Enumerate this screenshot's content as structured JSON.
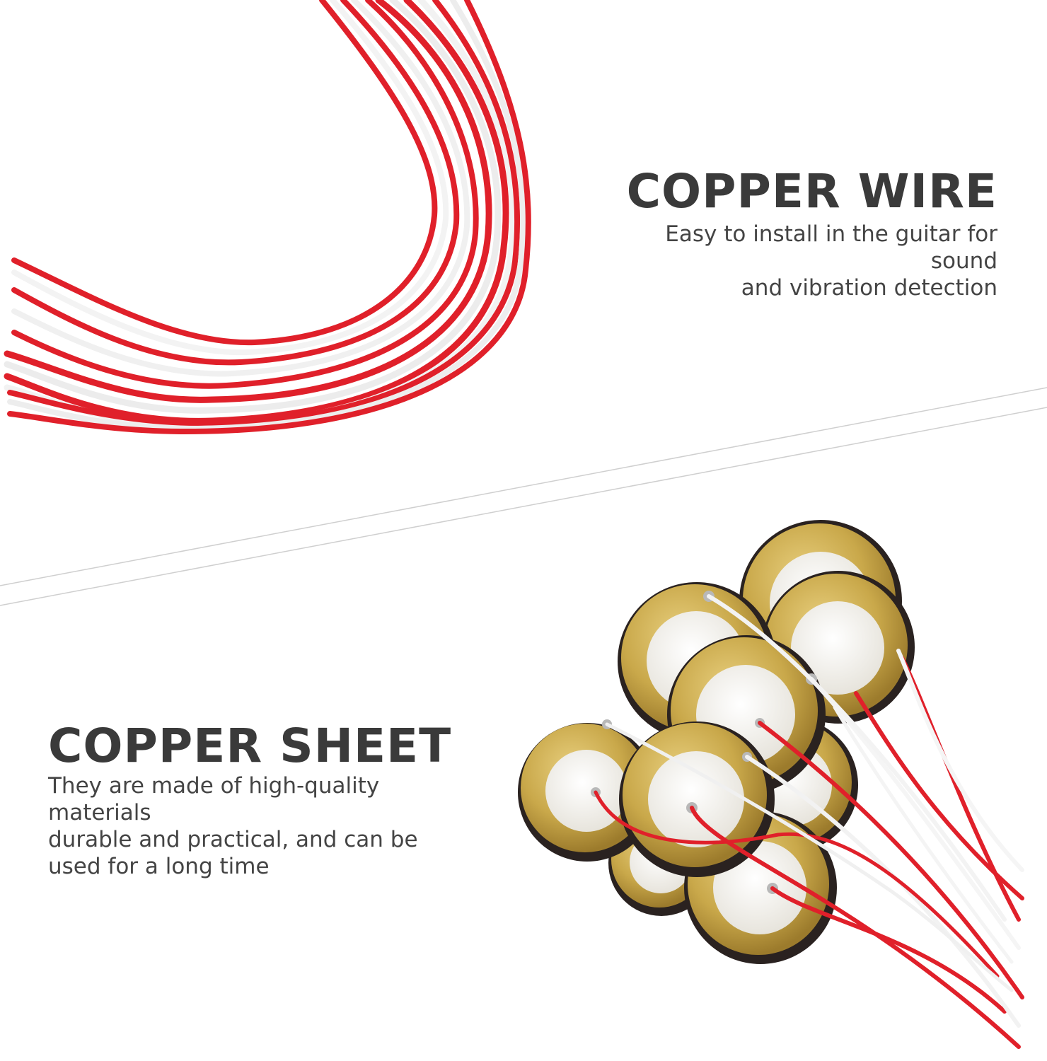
{
  "sections": {
    "wire": {
      "title": "COPPER WIRE",
      "desc_line1": "Easy to install in the guitar for sound",
      "desc_line2": "and vibration detection"
    },
    "sheet": {
      "title": "COPPER SHEET",
      "desc_line1": "They are made of high-quality materials",
      "desc_line2": "durable and practical, and can be",
      "desc_line3": "used for a long time"
    }
  },
  "colors": {
    "wire_red": "#e0202a",
    "wire_white": "#f4f4f4",
    "brass": "#c9a84a",
    "ceramic": "#f2f0ea",
    "heading": "#3a3a3a"
  }
}
